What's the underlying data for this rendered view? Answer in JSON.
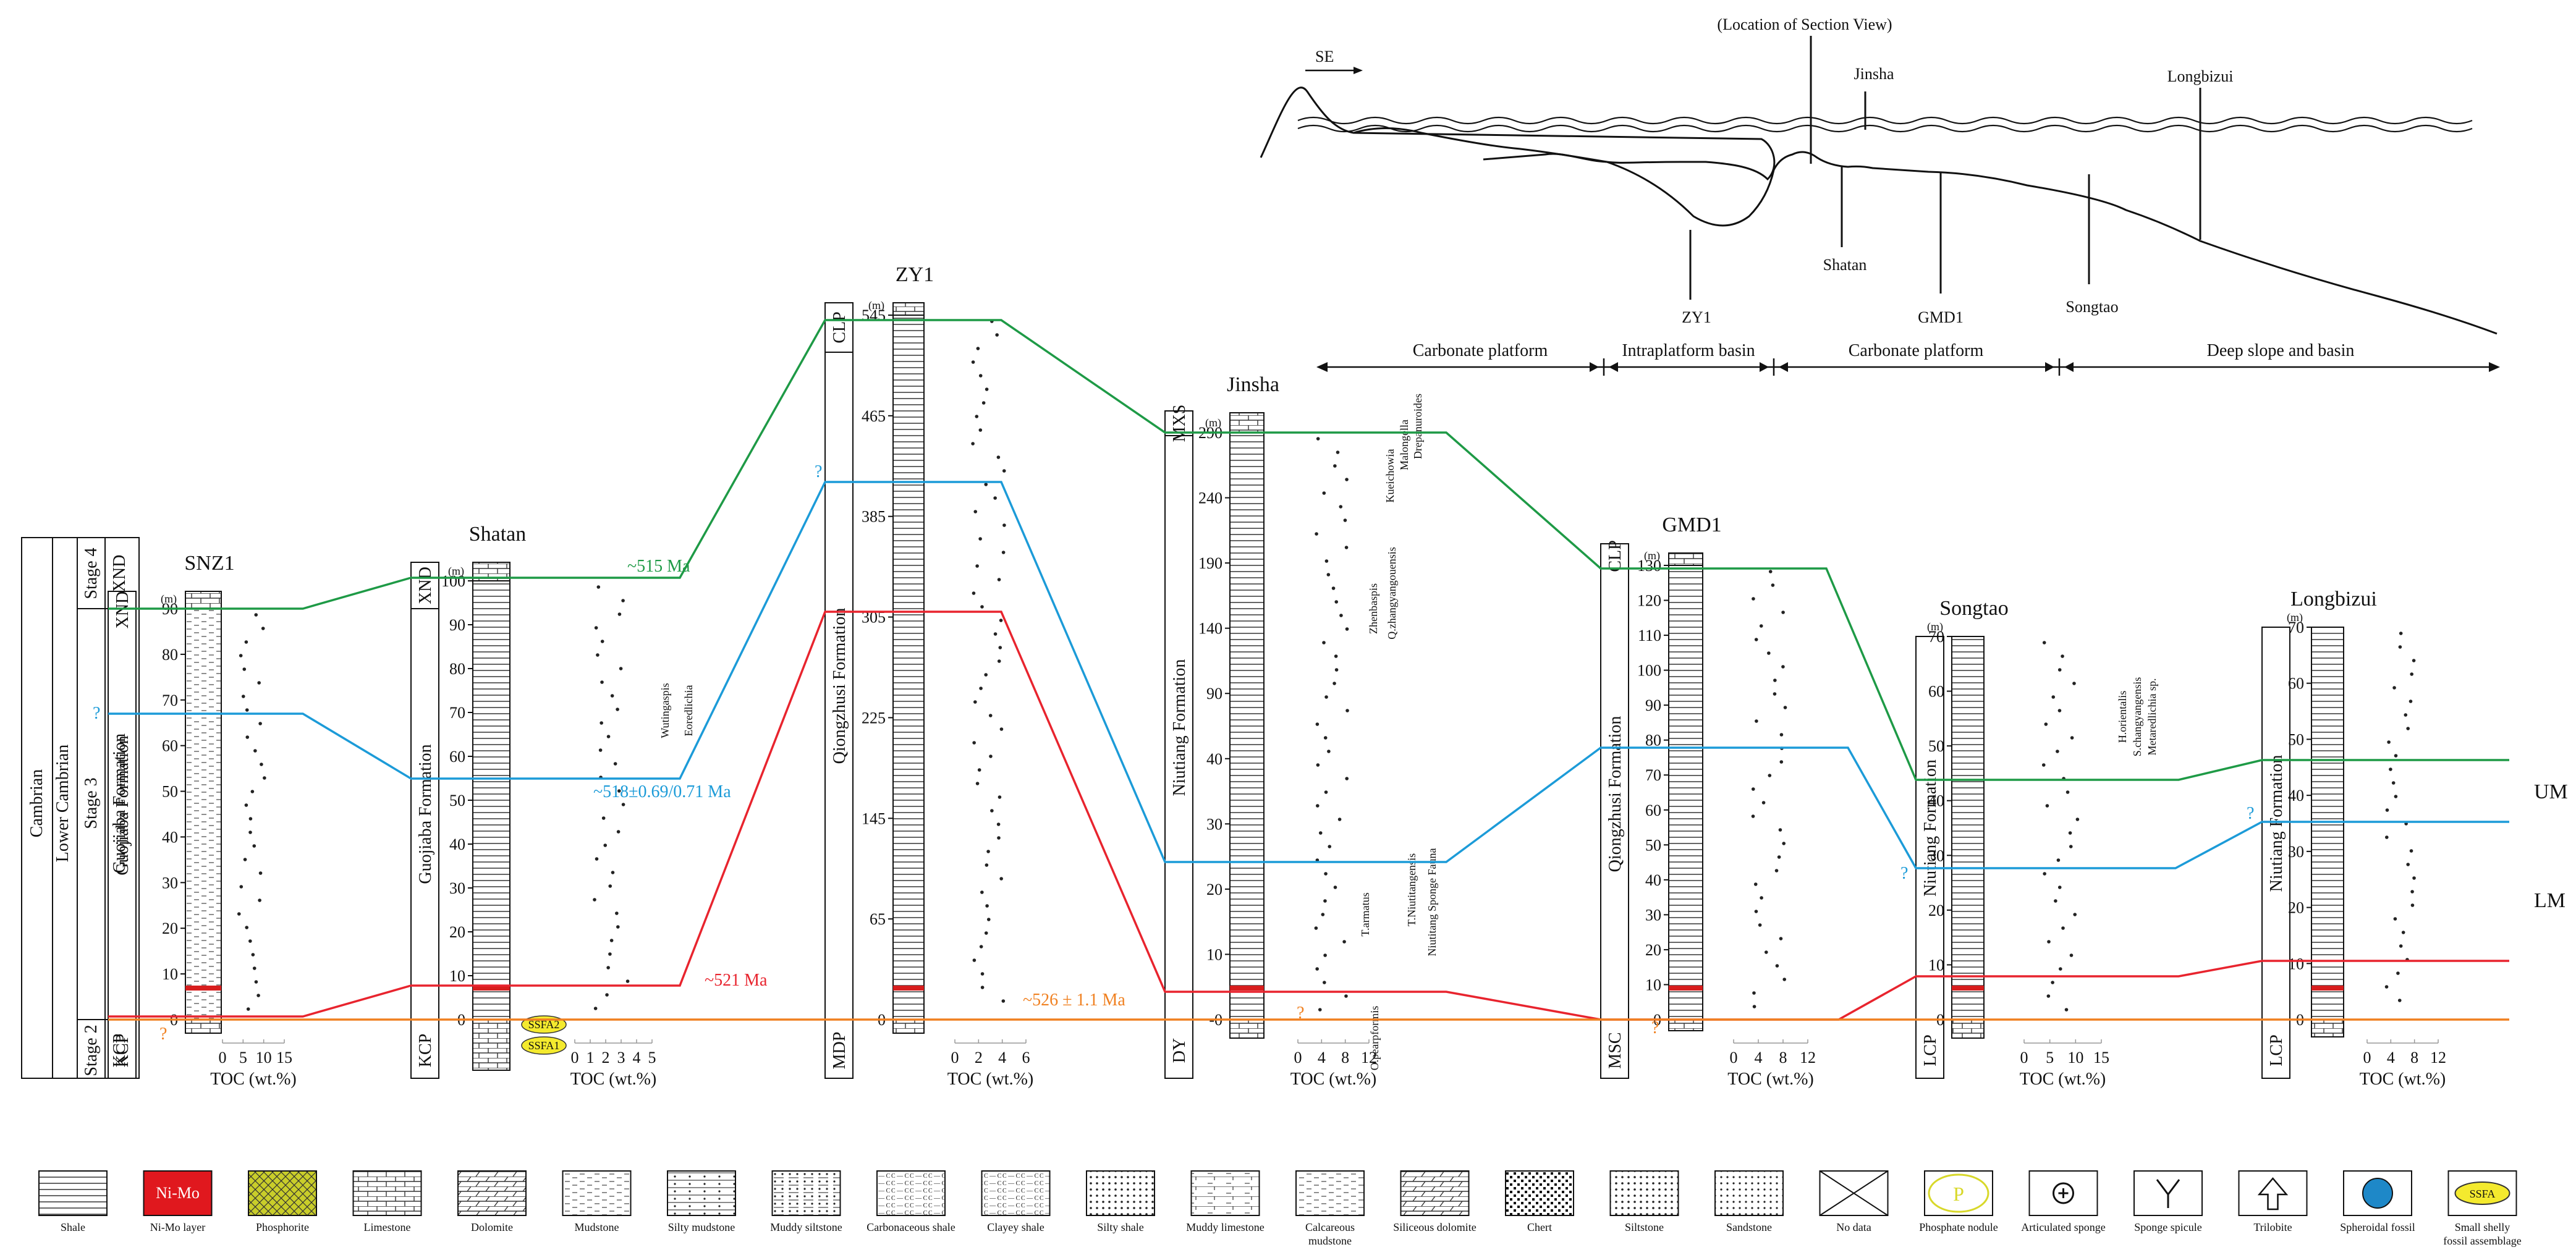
{
  "chart_data": {
    "type": "stratigraphic-correlation",
    "location_panel": {
      "title": "(Location of Section View)",
      "direction": "SE",
      "sites": [
        "Jinsha",
        "Longbizui",
        "Shatan",
        "ZY1",
        "GMD1",
        "Songtao"
      ],
      "zones": [
        "Carbonate platform",
        "Intraplatform basin",
        "Carbonate platform",
        "Deep slope and basin"
      ]
    },
    "time_columns": {
      "system": "Cambrian",
      "series": "Lower Cambrian",
      "stages": [
        "Stage 4",
        "Stage 3",
        "Stage 2"
      ],
      "units": [
        "XND",
        "Guojiaba Formation",
        "KCP"
      ]
    },
    "sections": [
      {
        "name": "SNZ1",
        "formation": "Guojiaba Formation",
        "base_unit": "KCP",
        "top_unit": "XND",
        "depth_label": "(m)",
        "ticks": [
          0,
          10,
          20,
          30,
          40,
          50,
          60,
          70,
          80,
          90
        ],
        "toc_ticks": [
          "0",
          "5",
          "10",
          "15"
        ],
        "toc_label": "TOC (wt.%)"
      },
      {
        "name": "Shatan",
        "formation": "Guojiaba Formation",
        "base_unit": "KCP",
        "top_unit": "XND",
        "depth_label": "(m)",
        "ticks": [
          0,
          10,
          20,
          30,
          40,
          50,
          60,
          70,
          80,
          90,
          100
        ],
        "toc_ticks": [
          "0",
          "1",
          "2",
          "3",
          "4",
          "5"
        ],
        "toc_label": "TOC (wt.%)",
        "fossils": [
          "Wutingaspis",
          "Eoredlichia"
        ],
        "ssfa": [
          "SSFA2",
          "SSFA1"
        ]
      },
      {
        "name": "ZY1",
        "formation": "Qiongzhusi Formation",
        "base_unit": "MDP",
        "top_unit": "CLP",
        "depth_label": "(m)",
        "ticks": [
          0,
          65,
          145,
          225,
          305,
          385,
          465,
          545
        ],
        "toc_ticks": [
          "0",
          "2",
          "4",
          "6"
        ],
        "toc_label": "TOC (wt.%)"
      },
      {
        "name": "Jinsha",
        "formation": "Niutiang Formation",
        "base_unit": "DY",
        "top_unit": "MXS",
        "depth_label": "(m)",
        "ticks": [
          "-0",
          10,
          20,
          30,
          40,
          90,
          140,
          190,
          240,
          290
        ],
        "toc_ticks": [
          "0",
          "4",
          "8",
          "12"
        ],
        "toc_label": "TOC (wt.%)",
        "fossils": [
          "Kueichowia",
          "Malongella",
          "Drepanuroides",
          "Zhenbaspis",
          "Q.zhangyangouensis",
          "T.armatus",
          "T.Niutitangensis",
          "Niutitang Sponge Fauna",
          "O.pearpformis"
        ]
      },
      {
        "name": "GMD1",
        "formation": "Qiongzhusi Formation",
        "base_unit": "MSC",
        "top_unit": "CLP",
        "depth_label": "(m)",
        "ticks": [
          0,
          10,
          20,
          30,
          40,
          50,
          60,
          70,
          80,
          90,
          100,
          110,
          120,
          130
        ],
        "toc_ticks": [
          "0",
          "4",
          "8",
          "12"
        ],
        "toc_label": "TOC (wt.%)"
      },
      {
        "name": "Songtao",
        "formation": "Niutiang Formation",
        "base_unit": "LCP",
        "top_unit": "",
        "depth_label": "(m)",
        "ticks": [
          0,
          10,
          20,
          30,
          40,
          50,
          60,
          70
        ],
        "toc_ticks": [
          "0",
          "5",
          "10",
          "15"
        ],
        "toc_label": "TOC (wt.%)",
        "fossils": [
          "H.orientalis",
          "S.changyangensis",
          "Metaredlichia sp."
        ]
      },
      {
        "name": "Longbizui",
        "formation": "Niutiang Formation",
        "base_unit": "LCP",
        "top_unit": "",
        "depth_label": "(m)",
        "ticks": [
          0,
          10,
          20,
          30,
          40,
          50,
          60,
          70
        ],
        "toc_ticks": [
          "0",
          "4",
          "8",
          "12"
        ],
        "toc_label": "TOC (wt.%)"
      }
    ],
    "correlation_lines": [
      {
        "label": "~515 Ma",
        "color": "#1e9a46"
      },
      {
        "label": "~518±0.69/0.71 Ma",
        "color": "#1c9bd8"
      },
      {
        "label": "~521 Ma",
        "color": "#e8242e"
      },
      {
        "label": "~526 ± 1.1 Ma",
        "color": "#f08020"
      }
    ],
    "zone_labels": [
      "UM",
      "LM"
    ],
    "question_mark": "?",
    "legend": [
      "Shale",
      "Ni-Mo layer",
      "Phosphorite",
      "Limestone",
      "Dolomite",
      "Mudstone",
      "Silty mudstone",
      "Muddy siltstone",
      "Carbonaceous shale",
      "Clayey shale",
      "Silty shale",
      "Muddy limestone",
      "Calcareous mudstone",
      "Siliceous dolomite",
      "Chert",
      "Siltstone",
      "Sandstone",
      "No data",
      "Phosphate nodule",
      "Articulated sponge",
      "Sponge spicule",
      "Trilobite",
      "Spheroidal fossil",
      "Small shelly fossil assemblage"
    ],
    "legend_glyphs": {
      "nimo": "Ni-Mo",
      "phos": "P",
      "ssfa": "SSFA"
    }
  }
}
